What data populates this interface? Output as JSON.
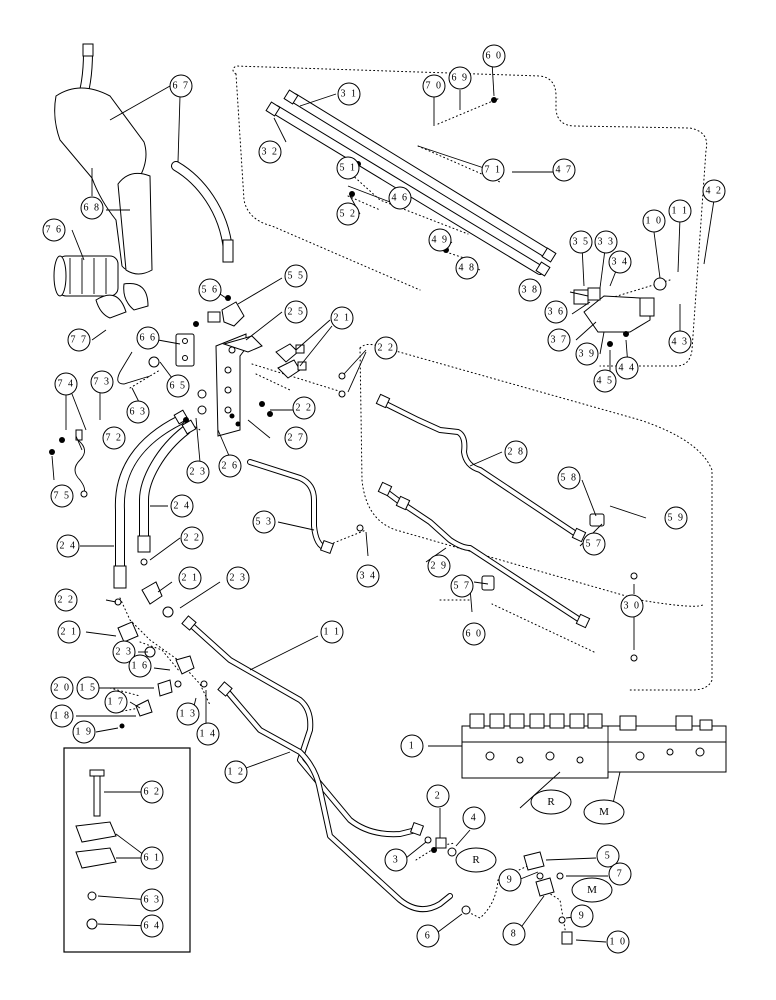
{
  "callouts": [
    {
      "label": "6 7"
    },
    {
      "label": "6 8"
    },
    {
      "label": "7 6"
    },
    {
      "label": "7 7"
    },
    {
      "label": "3 1"
    },
    {
      "label": "3 2"
    },
    {
      "label": "7 0"
    },
    {
      "label": "6 9"
    },
    {
      "label": "6 0"
    },
    {
      "label": "5 1"
    },
    {
      "label": "7 1"
    },
    {
      "label": "4 7"
    },
    {
      "label": "4 6"
    },
    {
      "label": "5 2"
    },
    {
      "label": "4 9"
    },
    {
      "label": "4 8"
    },
    {
      "label": "1 0"
    },
    {
      "label": "1 1"
    },
    {
      "label": "4 2"
    },
    {
      "label": "3 5"
    },
    {
      "label": "3 3"
    },
    {
      "label": "3 8"
    },
    {
      "label": "3 4"
    },
    {
      "label": "3 6"
    },
    {
      "label": "3 7"
    },
    {
      "label": "3 9"
    },
    {
      "label": "4 3"
    },
    {
      "label": "4 5"
    },
    {
      "label": "4 4"
    },
    {
      "label": "5 6"
    },
    {
      "label": "5 5"
    },
    {
      "label": "2 5"
    },
    {
      "label": "2 1"
    },
    {
      "label": "6 6"
    },
    {
      "label": "6 5"
    },
    {
      "label": "2 2"
    },
    {
      "label": "7 4"
    },
    {
      "label": "7 3"
    },
    {
      "label": "6 3"
    },
    {
      "label": "2 2"
    },
    {
      "label": "2 7"
    },
    {
      "label": "7 2"
    },
    {
      "label": "2 3"
    },
    {
      "label": "2 6"
    },
    {
      "label": "2 8"
    },
    {
      "label": "7 5"
    },
    {
      "label": "2 4"
    },
    {
      "label": "5 8"
    },
    {
      "label": "5 9"
    },
    {
      "label": "5 3"
    },
    {
      "label": "2 4"
    },
    {
      "label": "2 2"
    },
    {
      "label": "5 7"
    },
    {
      "label": "3 4"
    },
    {
      "label": "2 9"
    },
    {
      "label": "2 1"
    },
    {
      "label": "2 3"
    },
    {
      "label": "5 7"
    },
    {
      "label": "2 2"
    },
    {
      "label": "3 0"
    },
    {
      "label": "6 0"
    },
    {
      "label": "1 1"
    },
    {
      "label": "2 1"
    },
    {
      "label": "2 3"
    },
    {
      "label": "1 6"
    },
    {
      "label": "2 0"
    },
    {
      "label": "1 5"
    },
    {
      "label": "1 7"
    },
    {
      "label": "1 3"
    },
    {
      "label": "1 4"
    },
    {
      "label": "1 8"
    },
    {
      "label": "1 9"
    },
    {
      "label": "1 2"
    },
    {
      "label": "1"
    },
    {
      "label": "6 2"
    },
    {
      "label": "6 1"
    },
    {
      "label": "6 3"
    },
    {
      "label": "6 4"
    },
    {
      "label": "2"
    },
    {
      "label": "4"
    },
    {
      "label": "3"
    },
    {
      "label": "5"
    },
    {
      "label": "9"
    },
    {
      "label": "7"
    },
    {
      "label": "8"
    },
    {
      "label": "9"
    },
    {
      "label": "6"
    },
    {
      "label": "1 0"
    }
  ],
  "ovals": [
    {
      "label": "R"
    },
    {
      "label": "M"
    },
    {
      "label": "R"
    },
    {
      "label": "M"
    }
  ]
}
